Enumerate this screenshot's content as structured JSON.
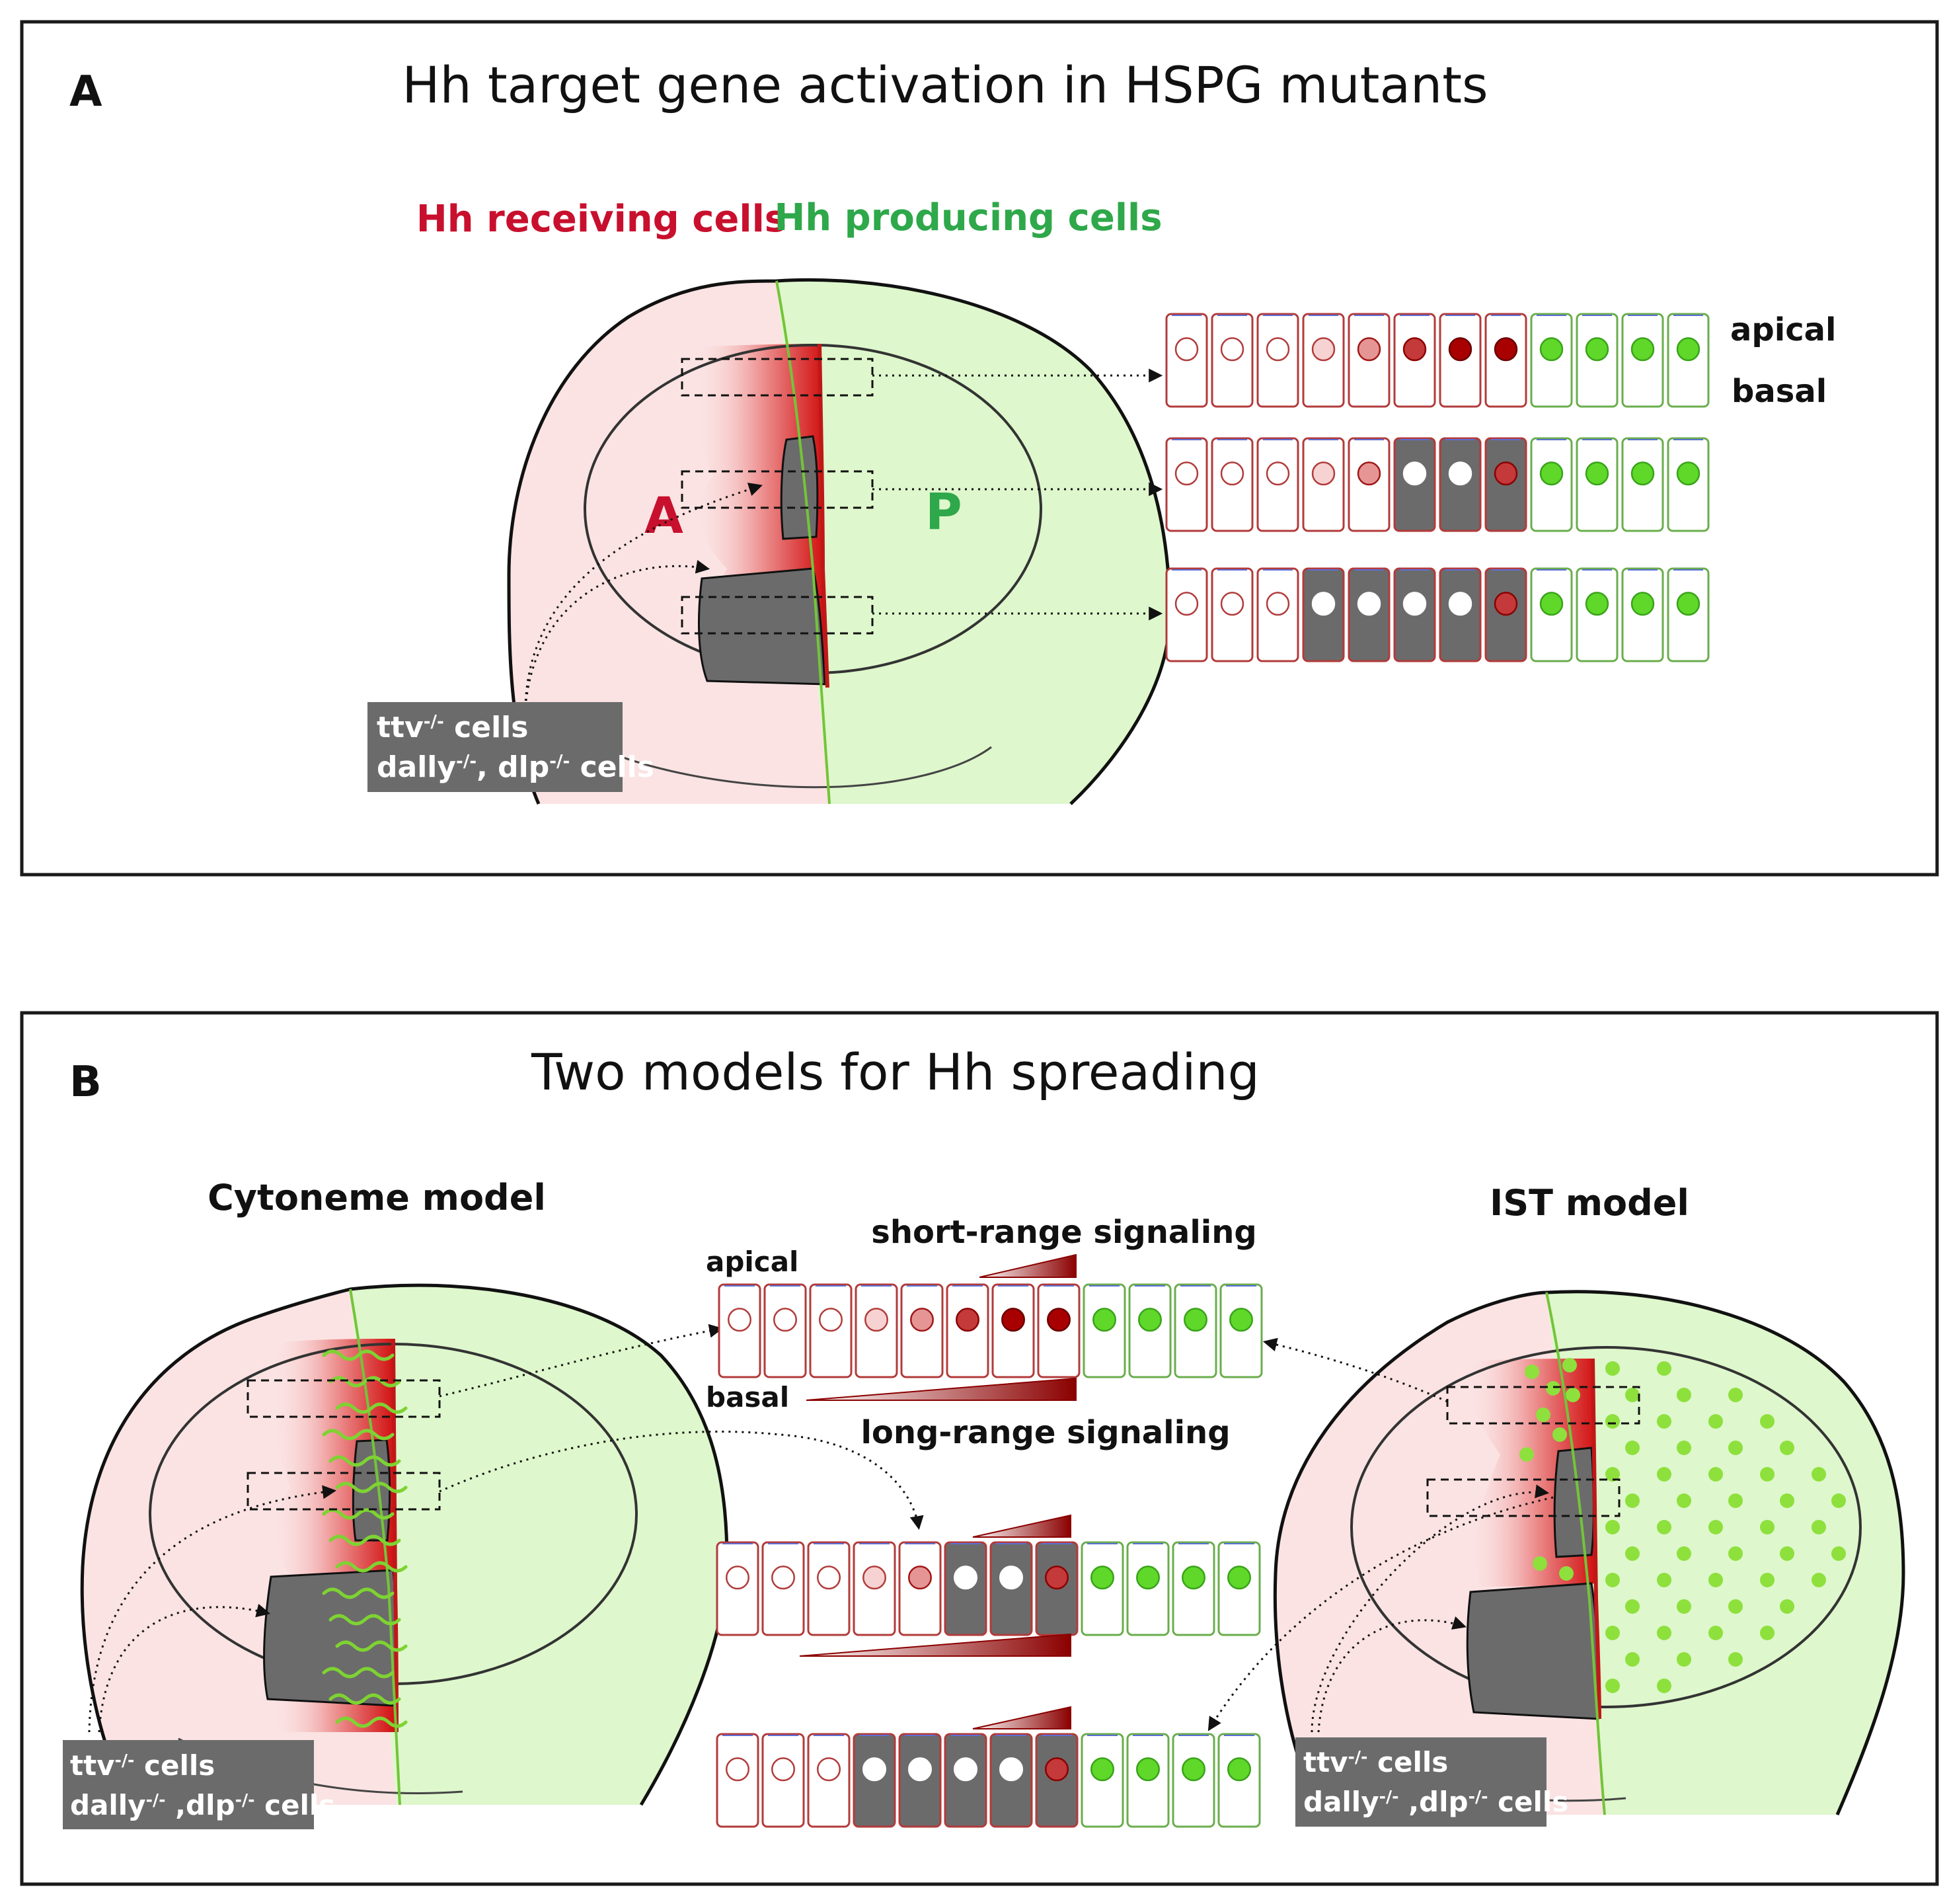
{
  "panels": [
    {
      "letter": "A",
      "title": "Hh target gene activation in HSPG mutants",
      "legend": {
        "receiving": "Hh receiving cells",
        "producing": "Hh producing cells"
      },
      "compartment_labels": {
        "anterior": "A",
        "posterior": "P"
      },
      "cell_row_labels": {
        "apical": "apical",
        "basal": "basal"
      },
      "mutant_label": {
        "line1_prefix": "ttv",
        "line1_sup": "-/-",
        "line1_suffix": " cells",
        "line2_a": "dally",
        "line2_a_sup": "-/-",
        "line2_sep": ", dlp",
        "line2_b_sup": "-/-",
        "line2_suffix": " cells"
      }
    },
    {
      "letter": "B",
      "title": "Two models for Hh spreading",
      "cytoneme_model_label": "Cytoneme model",
      "ist_model_label": "IST model",
      "short_range_label": "short-range signaling",
      "long_range_label": "long-range signaling",
      "cell_row_labels": {
        "apical": "apical",
        "basal": "basal"
      },
      "mutant_label_left": {
        "line1_prefix": "ttv",
        "line1_sup": "-/-",
        "line1_suffix": " cells",
        "line2_a": "dally",
        "line2_a_sup": "-/-",
        "line2_sep": " ,dlp",
        "line2_b_sup": "-/-",
        "line2_suffix": " cells"
      },
      "mutant_label_right": {
        "line1_prefix": "ttv",
        "line1_sup": "-/-",
        "line1_suffix": " cells",
        "line2_a": "dally",
        "line2_a_sup": "-/-",
        "line2_sep": " ,dlp",
        "line2_b_sup": "-/-",
        "line2_suffix": " cells"
      }
    }
  ],
  "colors": {
    "anterior_fill": "#fbe3e3",
    "posterior_fill": "#def7cc",
    "receiving_red": "#c8102e",
    "producing_green": "#2ea84a",
    "clone_grey": "#6b6b6b",
    "nucleus_green": "#5fd82a",
    "cell_border_red": "#b23b3b",
    "cell_border_green": "#6aad4c"
  },
  "cell_rows": {
    "wild_type": [
      "w",
      "w",
      "w",
      "p1",
      "p2",
      "r1",
      "r2",
      "r2",
      "g",
      "g",
      "g",
      "g"
    ],
    "small_clone": [
      "w",
      "w",
      "w",
      "p1",
      "p2",
      "k",
      "k",
      "k2",
      "g",
      "g",
      "g",
      "g"
    ],
    "large_clone": [
      "w",
      "w",
      "w",
      "k",
      "k",
      "k",
      "k",
      "k2",
      "g",
      "g",
      "g",
      "g"
    ]
  }
}
